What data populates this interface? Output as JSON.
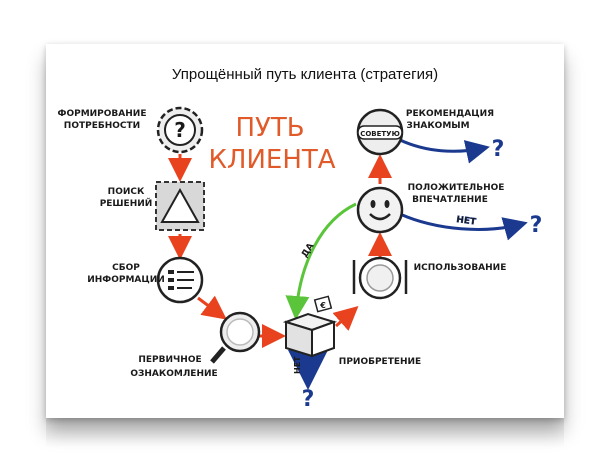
{
  "title": "Упрощённый путь клиента (стратегия)",
  "heading": {
    "line1": "ПУТЬ",
    "line2": "КЛИЕНТА"
  },
  "stages": {
    "need": {
      "line1": "ФОРМИРОВАНИЕ",
      "line2": "ПОТРЕБНОСТИ",
      "icon": "question-gear-icon"
    },
    "search": {
      "line1": "ПОИСК",
      "line2": "РЕШЕНИЙ",
      "icon": "triangle-box-icon"
    },
    "info": {
      "line1": "СБОР",
      "line2": "ИНФОРМАЦИИ",
      "icon": "list-circle-icon"
    },
    "acquaint": {
      "line1": "ПЕРВИЧНОЕ",
      "line2": "ОЗНАКОМЛЕНИЕ",
      "icon": "magnifier-icon"
    },
    "purchase": {
      "line1": "ПРИОБРЕТЕНИЕ",
      "icon": "box-icon"
    },
    "usage": {
      "line1": "ИСПОЛЬЗОВАНИЕ",
      "icon": "plate-icon"
    },
    "impression": {
      "line1": "ПОЛОЖИТЕЛЬНОЕ",
      "line2": "ВПЕЧАТЛЕНИЕ",
      "icon": "smiley-icon"
    },
    "recommend": {
      "line1": "РЕКОМЕНДАЦИЯ",
      "line2": "ЗНАКОМЫМ",
      "icon": "advice-badge-icon",
      "badge": "СОВЕТУЮ"
    }
  },
  "labels": {
    "yes": "ДА",
    "no_impression": "НЕТ",
    "no_purchase": "НЕТ",
    "q": "?",
    "box_tag": "€"
  },
  "colors": {
    "red": "#e8421f",
    "blue": "#1b3a8f",
    "green": "#5ac53a",
    "text": "#1a1a1a"
  }
}
